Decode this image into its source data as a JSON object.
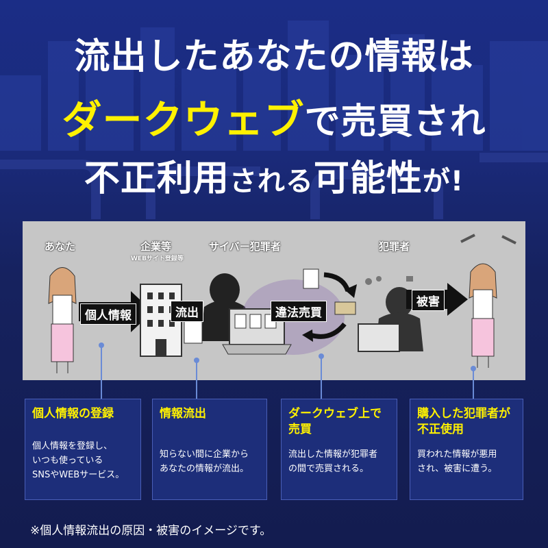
{
  "headline": {
    "line1": "流出したあなたの情報は",
    "line2_highlight": "ダークウェブ",
    "line2_rest": "で売買され",
    "line3_main": "不正利用",
    "line3_mid": "される",
    "line3_end": "可能性",
    "line3_tail": "が!"
  },
  "diagram": {
    "roles": {
      "you": "あなた",
      "company": "企業等",
      "company_sub": "WEBサイト登録等",
      "hacker": "サイバー犯罪者",
      "criminal": "犯罪者"
    },
    "arrows": {
      "personal_info": "個人情報",
      "leak": "流出",
      "illegal_sale": "違法売買",
      "damage": "被害"
    }
  },
  "steps": [
    {
      "title": "個人情報の登録",
      "body": [
        "個人情報を登録し、",
        "いつも使っている",
        "SNSやWEBサービス。"
      ]
    },
    {
      "title": "情報流出",
      "body": [
        "知らない間に企業から",
        "あなたの情報が流出。"
      ]
    },
    {
      "title": "ダークウェブ上で売買",
      "body": [
        "流出した情報が犯罪者",
        "の間で売買される。"
      ]
    },
    {
      "title": "購入した犯罪者が不正使用",
      "body": [
        "買われた情報が悪用",
        "され、被害に遭う。"
      ]
    }
  ],
  "footnote": "※個人情報流出の原因・被害のイメージです。",
  "colors": {
    "highlight": "#fff100",
    "background": "#15215e",
    "panel": "#c6c6c6",
    "box": "#1d2e7a"
  }
}
